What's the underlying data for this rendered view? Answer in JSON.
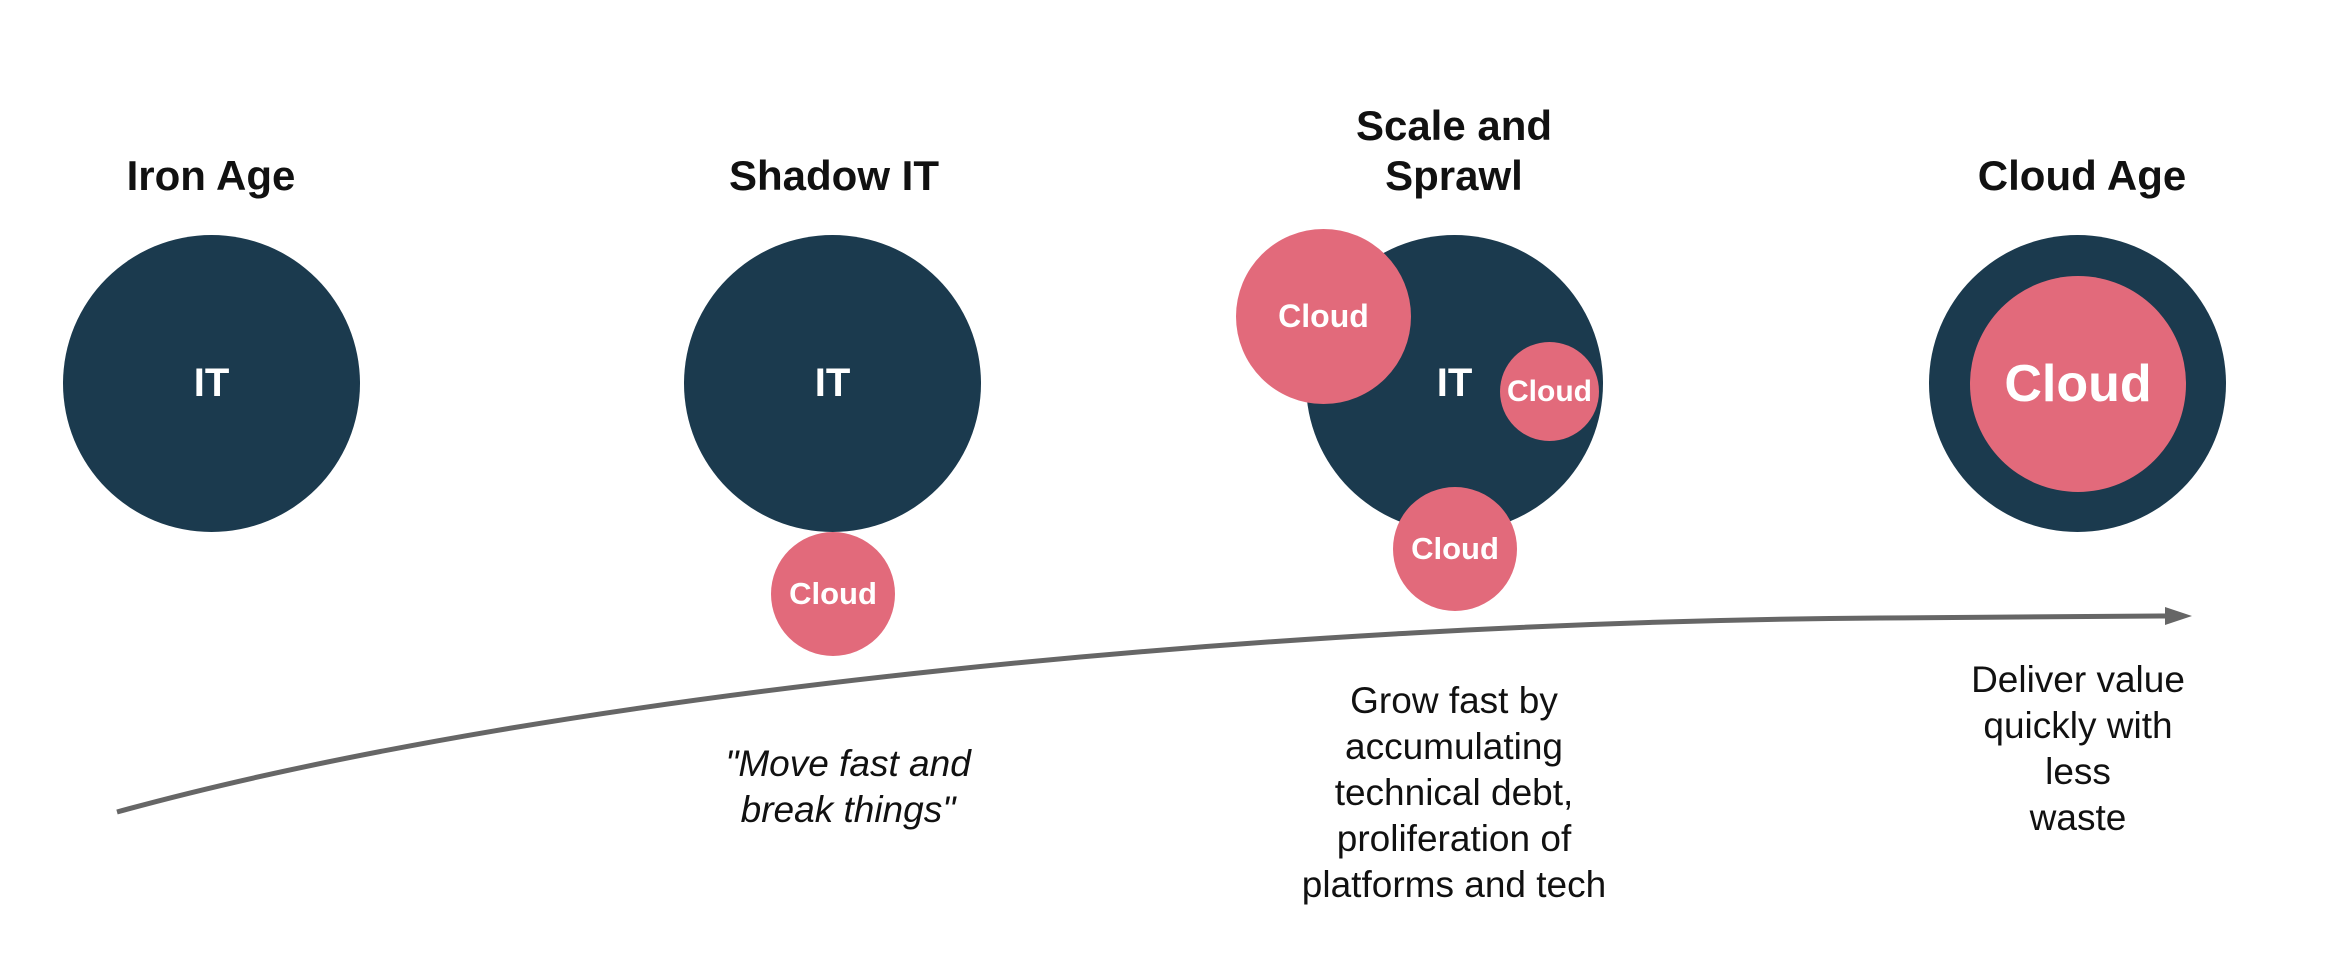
{
  "stages": [
    {
      "title": "Iron Age",
      "it_label": "IT"
    },
    {
      "title": "Shadow IT",
      "it_label": "IT",
      "clouds": [
        "Cloud"
      ],
      "description": "\"Move fast and\nbreak things\""
    },
    {
      "title": "Scale and\nSprawl",
      "it_label": "IT",
      "clouds": [
        "Cloud",
        "Cloud",
        "Cloud"
      ],
      "description": "Grow fast by\naccumulating\ntechnical debt,\nproliferation of\nplatforms and tech"
    },
    {
      "title": "Cloud Age",
      "clouds": [
        "Cloud"
      ],
      "description": "Deliver value\nquickly with less\nwaste"
    }
  ],
  "colors": {
    "it": "#1b3a4e",
    "cloud": "#e26a7b",
    "arrow": "#666666",
    "text": "#111111"
  }
}
